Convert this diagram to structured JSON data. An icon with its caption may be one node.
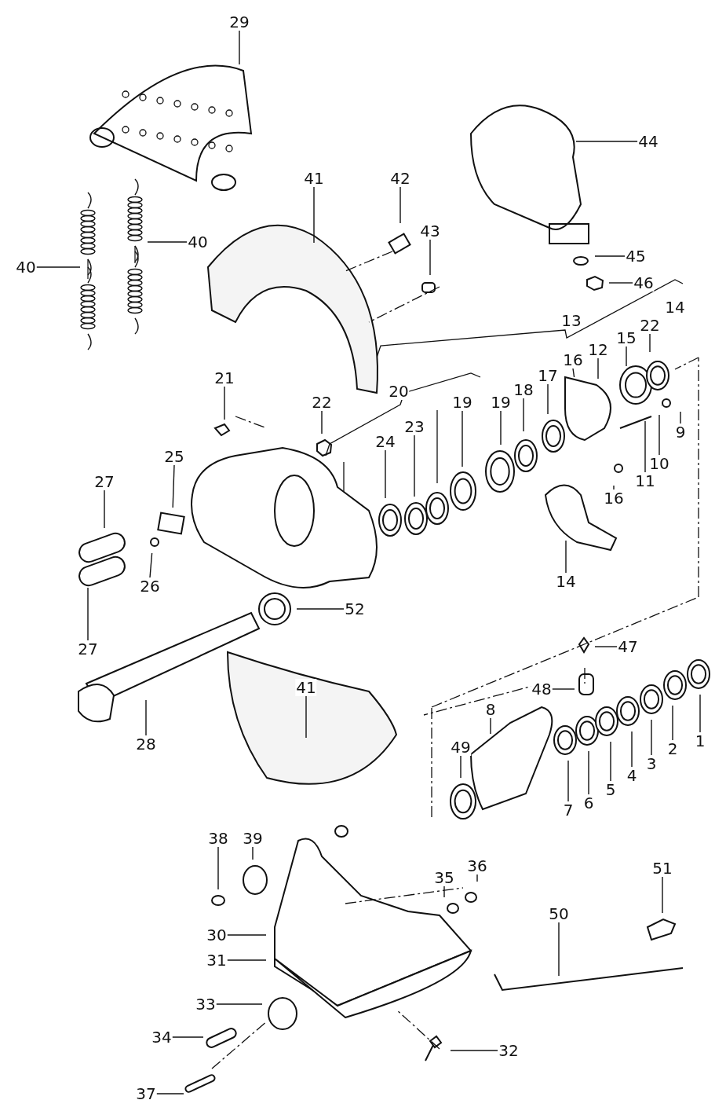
{
  "diagram": {
    "nodes": [
      {
        "text": [
          "29"
        ]
      },
      {
        "text": [
          "44"
        ]
      },
      {
        "text": [
          "42"
        ]
      },
      {
        "text": [
          "41"
        ]
      },
      {
        "text": [
          "43"
        ]
      },
      {
        "text": [
          "40"
        ]
      },
      {
        "text": [
          "40"
        ]
      },
      {
        "text": [
          "45"
        ]
      },
      {
        "text": [
          "46"
        ]
      },
      {
        "text": [
          "22"
        ]
      },
      {
        "text": [
          "15"
        ]
      },
      {
        "text": [
          "12"
        ]
      },
      {
        "text": [
          "16"
        ]
      },
      {
        "text": [
          "17"
        ]
      },
      {
        "text": [
          "18"
        ]
      },
      {
        "text": [
          "19"
        ]
      },
      {
        "text": [
          "21"
        ]
      },
      {
        "text": [
          "22"
        ]
      },
      {
        "text": [
          "19"
        ]
      },
      {
        "text": [
          "23"
        ]
      },
      {
        "text": [
          "25"
        ]
      },
      {
        "text": [
          "24"
        ]
      },
      {
        "text": [
          "9"
        ]
      },
      {
        "text": [
          "27"
        ]
      },
      {
        "text": [
          "10"
        ]
      },
      {
        "text": [
          "11"
        ]
      },
      {
        "text": [
          "16"
        ]
      },
      {
        "text": [
          "26"
        ]
      },
      {
        "text": [
          "14"
        ]
      },
      {
        "text": [
          "52"
        ]
      },
      {
        "text": [
          "27"
        ]
      },
      {
        "text": [
          "47"
        ]
      },
      {
        "text": [
          "48"
        ]
      },
      {
        "text": [
          "41"
        ]
      },
      {
        "text": [
          "8"
        ]
      },
      {
        "text": [
          "1"
        ]
      },
      {
        "text": [
          "49"
        ]
      },
      {
        "text": [
          "2"
        ]
      },
      {
        "text": [
          "28"
        ]
      },
      {
        "text": [
          "3"
        ]
      },
      {
        "text": [
          "4"
        ]
      },
      {
        "text": [
          "5"
        ]
      },
      {
        "text": [
          "6"
        ]
      },
      {
        "text": [
          "7"
        ]
      },
      {
        "text": [
          "38"
        ]
      },
      {
        "text": [
          "39"
        ]
      },
      {
        "text": [
          "51"
        ]
      },
      {
        "text": [
          "36"
        ]
      },
      {
        "text": [
          "35"
        ]
      },
      {
        "text": [
          "50"
        ]
      },
      {
        "text": [
          "30"
        ]
      },
      {
        "text": [
          "31"
        ]
      },
      {
        "text": [
          "33"
        ]
      },
      {
        "text": [
          "32"
        ]
      },
      {
        "text": [
          "34"
        ]
      },
      {
        "text": [
          "37"
        ]
      },
      {
        "text": [
          "14"
        ]
      },
      {
        "text": [
          "13"
        ]
      },
      {
        "text": [
          "20"
        ]
      }
    ],
    "edges": [
      {
        "from": 0,
        "to": null,
        "arrow": "none"
      },
      {
        "from": 1,
        "to": null,
        "arrow": "none"
      },
      {
        "from": 2,
        "to": null,
        "arrow": "none"
      },
      {
        "from": 3,
        "to": null,
        "arrow": "none"
      },
      {
        "from": 4,
        "to": null,
        "arrow": "none"
      },
      {
        "from": 5,
        "to": null,
        "arrow": "none"
      },
      {
        "from": 6,
        "to": null,
        "arrow": "none"
      },
      {
        "from": 7,
        "to": null,
        "arrow": "none"
      },
      {
        "from": 8,
        "to": null,
        "arrow": "none"
      },
      {
        "from": 9,
        "to": null,
        "arrow": "none"
      },
      {
        "from": 10,
        "to": null,
        "arrow": "none"
      },
      {
        "from": 11,
        "to": null,
        "arrow": "none"
      },
      {
        "from": 12,
        "to": null,
        "arrow": "none"
      },
      {
        "from": 13,
        "to": null,
        "arrow": "none"
      },
      {
        "from": 14,
        "to": null,
        "arrow": "none"
      },
      {
        "from": 15,
        "to": null,
        "arrow": "none"
      },
      {
        "from": 16,
        "to": null,
        "arrow": "none"
      },
      {
        "from": 17,
        "to": null,
        "arrow": "none"
      },
      {
        "from": 18,
        "to": null,
        "arrow": "none"
      },
      {
        "from": 19,
        "to": null,
        "arrow": "none"
      },
      {
        "from": 20,
        "to": null,
        "arrow": "none"
      },
      {
        "from": 21,
        "to": null,
        "arrow": "none"
      },
      {
        "from": 22,
        "to": null,
        "arrow": "none"
      },
      {
        "from": 23,
        "to": null,
        "arrow": "none"
      },
      {
        "from": 24,
        "to": null,
        "arrow": "none"
      },
      {
        "from": 25,
        "to": null,
        "arrow": "none"
      },
      {
        "from": 26,
        "to": null,
        "arrow": "none"
      },
      {
        "from": 27,
        "to": null,
        "arrow": "none"
      },
      {
        "from": 28,
        "to": null,
        "arrow": "none"
      },
      {
        "from": 29,
        "to": null,
        "arrow": "none"
      },
      {
        "from": 30,
        "to": null,
        "arrow": "none"
      },
      {
        "from": 31,
        "to": null,
        "arrow": "none"
      },
      {
        "from": 32,
        "to": null,
        "arrow": "none"
      },
      {
        "from": 33,
        "to": null,
        "arrow": "none"
      },
      {
        "from": 34,
        "to": null,
        "arrow": "none"
      },
      {
        "from": 35,
        "to": null,
        "arrow": "none"
      },
      {
        "from": 36,
        "to": null,
        "arrow": "none"
      },
      {
        "from": 37,
        "to": null,
        "arrow": "none"
      },
      {
        "from": 38,
        "to": null,
        "arrow": "none"
      },
      {
        "from": 39,
        "to": null,
        "arrow": "none"
      },
      {
        "from": 40,
        "to": null,
        "arrow": "none"
      },
      {
        "from": 41,
        "to": null,
        "arrow": "none"
      },
      {
        "from": 42,
        "to": null,
        "arrow": "none"
      },
      {
        "from": 43,
        "to": null,
        "arrow": "none"
      },
      {
        "from": 44,
        "to": null,
        "arrow": "none"
      },
      {
        "from": 45,
        "to": null,
        "arrow": "none"
      },
      {
        "from": 46,
        "to": null,
        "arrow": "none"
      },
      {
        "from": 47,
        "to": null,
        "arrow": "none"
      },
      {
        "from": 48,
        "to": null,
        "arrow": "none"
      },
      {
        "from": 49,
        "to": null,
        "arrow": "none"
      },
      {
        "from": 50,
        "to": null,
        "arrow": "none"
      },
      {
        "from": 51,
        "to": null,
        "arrow": "none"
      },
      {
        "from": 52,
        "to": null,
        "arrow": "none"
      },
      {
        "from": 53,
        "to": null,
        "arrow": "none"
      },
      {
        "from": 54,
        "to": null,
        "arrow": "none"
      },
      {
        "from": 55,
        "to": null,
        "arrow": "none"
      }
    ],
    "labels": []
  }
}
